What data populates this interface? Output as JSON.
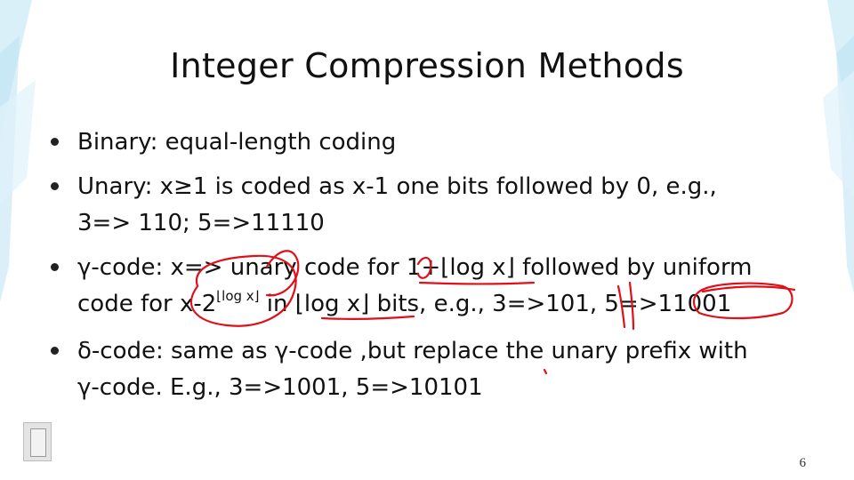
{
  "slide": {
    "title": "Integer Compression Methods",
    "page_number": "6"
  },
  "bullets": [
    {
      "lines": [
        "Binary: equal-length coding"
      ]
    },
    {
      "lines": [
        "Unary: x≥1 is coded as x-1 one bits followed by 0, e.g.,",
        "3=> 110; 5=>11110"
      ]
    },
    {
      "part1": "γ-code: x=> unary code for 1+",
      "floor_expr": "⌊log x⌋",
      "part2": " followed by  uniform",
      "line2_a": "code for x-2",
      "sup": "⌊log x⌋",
      "line2_b": " in ",
      "floor_expr2": "⌊log x⌋",
      "line2_c": "  bits, e.g., 3=>101, 5=>11001"
    },
    {
      "lines": [
        "δ-code: same as γ-code ,but replace the unary prefix with",
        "γ-code. E.g., 3=>1001, 5=>10101"
      ]
    }
  ],
  "colors": {
    "ink": "#e0101a",
    "text": "#111111",
    "decor": "#bfe3f5"
  }
}
